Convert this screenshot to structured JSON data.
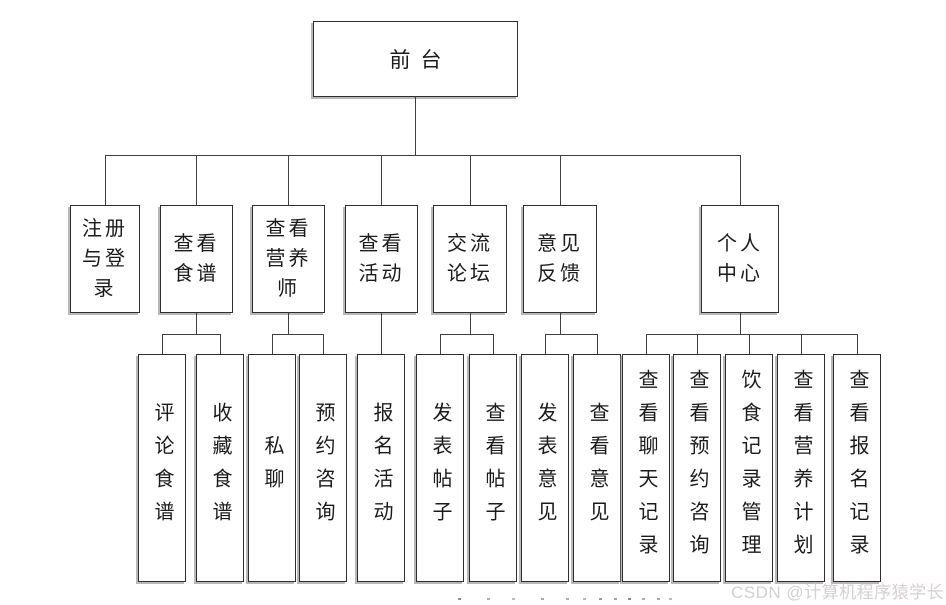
{
  "diagram": {
    "root": {
      "label": "前台"
    },
    "modules": [
      {
        "label": "注册与登录"
      },
      {
        "label": "查看食谱"
      },
      {
        "label": "查看营养师"
      },
      {
        "label": "查看活动"
      },
      {
        "label": "交流论坛"
      },
      {
        "label": "意见反馈"
      },
      {
        "label": "个人中心"
      }
    ],
    "functions": [
      {
        "label": "评论食谱",
        "parent": "查看食谱"
      },
      {
        "label": "收藏食谱",
        "parent": "查看食谱"
      },
      {
        "label": "私聊",
        "parent": "查看营养师"
      },
      {
        "label": "预约咨询",
        "parent": "查看营养师"
      },
      {
        "label": "报名活动",
        "parent": "查看活动"
      },
      {
        "label": "发表帖子",
        "parent": "交流论坛"
      },
      {
        "label": "查看帖子",
        "parent": "交流论坛"
      },
      {
        "label": "发表意见",
        "parent": "意见反馈"
      },
      {
        "label": "查看意见",
        "parent": "意见反馈"
      },
      {
        "label": "查看聊天记录",
        "parent": "个人中心"
      },
      {
        "label": "查看预约咨询",
        "parent": "个人中心"
      },
      {
        "label": "饮食记录管理",
        "parent": "个人中心"
      },
      {
        "label": "查看营养计划",
        "parent": "个人中心"
      },
      {
        "label": "查看报名记录",
        "parent": "个人中心"
      }
    ],
    "watermark": "CSDN @计算机程序猿学长",
    "colors": {
      "line": "#3f3f3f",
      "border": "#2e2e2e",
      "text": "#1b1b1b",
      "watermark": "#d5cfcf",
      "background": "#ffffff"
    }
  }
}
